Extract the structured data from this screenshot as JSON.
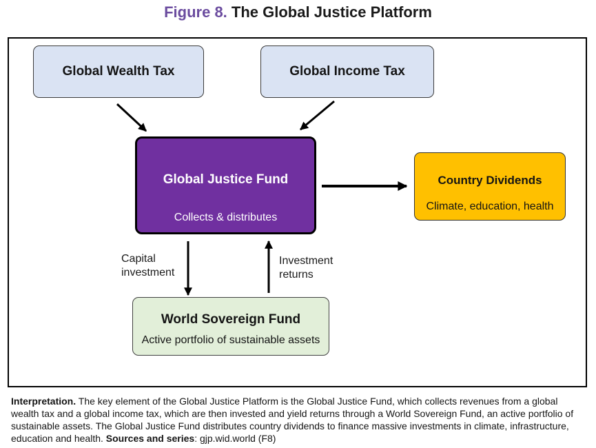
{
  "title": {
    "figure_label": "Figure 8.",
    "text": "The Global Justice Platform"
  },
  "colors": {
    "figure_label": "#6b4c9f",
    "tax_box": "#dae3f3",
    "fund_box": "#7030a0",
    "dividends_box": "#ffc000",
    "sovereign_box": "#e2efd9"
  },
  "nodes": {
    "wealth_tax": {
      "title": "Global Wealth Tax"
    },
    "income_tax": {
      "title": "Global Income Tax"
    },
    "justice_fund": {
      "title": "Global Justice Fund",
      "subtitle": "Collects & distributes"
    },
    "country_dividends": {
      "title": "Country Dividends",
      "subtitle": "Climate, education, health"
    },
    "sovereign_fund": {
      "title": "World Sovereign Fund",
      "subtitle": "Active portfolio of sustainable assets"
    }
  },
  "edge_labels": {
    "capital_investment": "Capital investment",
    "investment_returns": "Investment returns"
  },
  "caption": {
    "interpretation_label": "Interpretation.",
    "line_1": "The key element of the Global Justice Platform is the Global Justice Fund, which collects revenues from a global",
    "line_2": "wealth tax and a global income tax, which are then invested and yield returns through a World Sovereign Fund, an active portfolio of",
    "line_3": "sustainable assets. The Global Justice Fund distributes country dividends to finance massive investments in climate, infrastructure,",
    "line_4": "education and health.",
    "sources_label": "Sources and series",
    "sources_value": ": gjp.wid.world (F8)"
  }
}
